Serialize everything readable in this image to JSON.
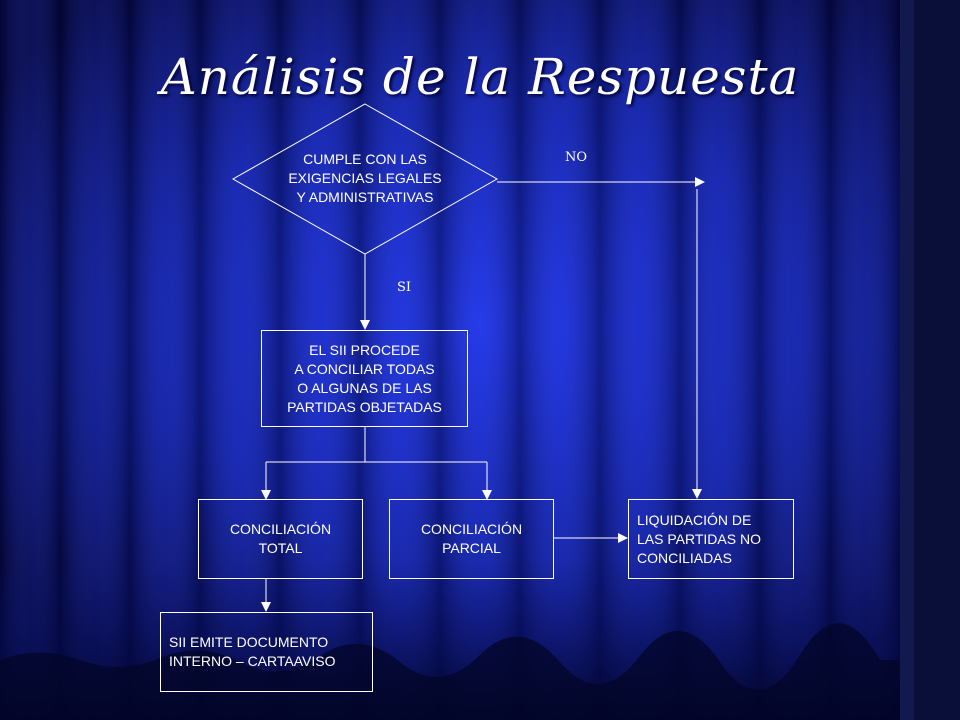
{
  "title": "Análisis de la Respuesta",
  "diagram": {
    "decision": "CUMPLE CON LAS\nEXIGENCIAS LEGALES\nY ADMINISTRATIVAS",
    "label_no": "NO",
    "label_si": "SI",
    "procede": "EL SII PROCEDE\nA CONCILIAR TODAS\nO ALGUNAS DE LAS\nPARTIDAS OBJETADAS",
    "total": "CONCILIACIÓN\nTOTAL",
    "parcial": "CONCILIACIÓN\nPARCIAL",
    "liquidacion": "LIQUIDACIÓN DE\nLAS PARTIDAS NO\nCONCILIADAS",
    "documento": "SII EMITE DOCUMENTO\nINTERNO – CARTAAVISO"
  },
  "colors": {
    "background_center": "#1b2dd8",
    "background_edge": "#020433",
    "line": "#ffffff"
  }
}
